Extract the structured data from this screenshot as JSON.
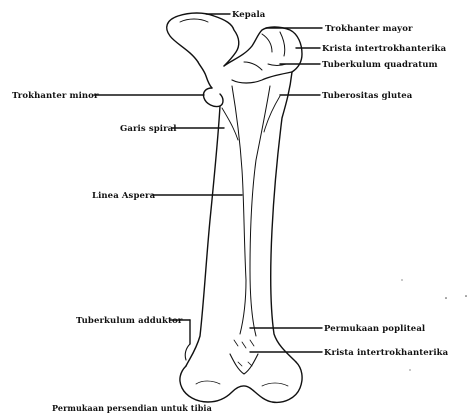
{
  "colors": {
    "ink": "#111111",
    "background": "#ffffff"
  },
  "labels": {
    "kepala": "Kepala",
    "trokhanter_mayor": "Trokhanter mayor",
    "krista_intertrokhanterika_top": "Krista intertrokhanterika",
    "tuberkulum_quadratum": "Tuberkulum quadratum",
    "trokhanter_minor": "Trokhanter minor",
    "tuberositas_glutea": "Tuberositas glutea",
    "garis_spiral": "Garis spiral",
    "linea_aspera": "Linea Aspera",
    "tuberkulum_adduktor": "Tuberkulum adduktor",
    "permukaan_popliteal": "Permukaan popliteal",
    "krista_intertrokhanterika_bottom": "Krista intertrokhanterika",
    "permukaan_persendian_tibia": "Permukaan persendian untuk tibia"
  }
}
